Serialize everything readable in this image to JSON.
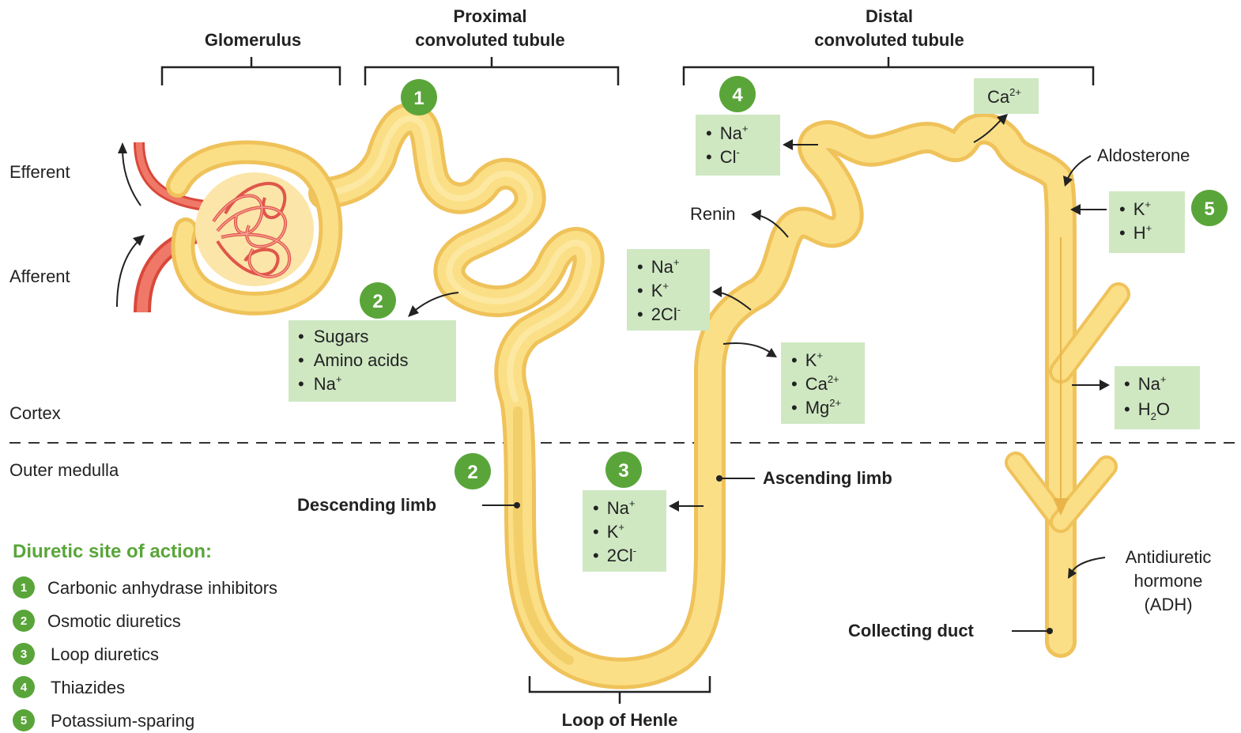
{
  "headers": {
    "glomerulus": "Glomerulus",
    "proximal_1": "Proximal",
    "proximal_2": "convoluted tubule",
    "distal_1": "Distal",
    "distal_2": "convoluted tubule",
    "loop_of_henle": "Loop of Henle"
  },
  "zones": {
    "efferent": "Efferent",
    "afferent": "Afferent",
    "cortex": "Cortex",
    "outer_medulla": "Outer medulla"
  },
  "labels": {
    "renin": "Renin",
    "aldosterone": "Aldosterone",
    "ascending_limb": "Ascending limb",
    "descending_limb": "Descending limb",
    "collecting_duct": "Collecting duct",
    "adh_1": "Antidiuretic",
    "adh_2": "hormone",
    "adh_3": "(ADH)"
  },
  "badges": {
    "b1": "1",
    "b2_top": "2",
    "b2_bottom": "2",
    "b3": "3",
    "b4": "4",
    "b5": "5"
  },
  "boxes": {
    "dct_nacl": {
      "i1": "Na",
      "i1s": "+",
      "i2": "Cl",
      "i2s": "-"
    },
    "ca": {
      "i1": "Ca",
      "i1s": "2+"
    },
    "collect_kh": {
      "i1": "K",
      "i1s": "+",
      "i2": "H",
      "i2s": "+"
    },
    "tal_nak2cl": {
      "i1": "Na",
      "i1s": "+",
      "i2": "K",
      "i2s": "+",
      "i3": "2Cl",
      "i3s": "-"
    },
    "pct": {
      "i1": "Sugars",
      "i2": "Amino acids",
      "i3": "Na",
      "i3s": "+"
    },
    "kcamg": {
      "i1": "K",
      "i1s": "+",
      "i2": "Ca",
      "i2s": "2+",
      "i3": "Mg",
      "i3s": "2+"
    },
    "collect_nah2o": {
      "i1": "Na",
      "i1s": "+",
      "i2": "H",
      "i2sub": "2",
      "i2b": "O"
    },
    "loop_nak2cl": {
      "i1": "Na",
      "i1s": "+",
      "i2": "K",
      "i2s": "+",
      "i3": "2Cl",
      "i3s": "-"
    }
  },
  "bullet": "•",
  "legend": {
    "title": "Diuretic site of action:",
    "items": [
      {
        "num": "1",
        "label": "Carbonic anhydrase inhibitors"
      },
      {
        "num": "2",
        "label": "Osmotic diuretics"
      },
      {
        "num": "3",
        "label": "Loop diuretics"
      },
      {
        "num": "4",
        "label": "Thiazides"
      },
      {
        "num": "5",
        "label": "Potassium-sparing"
      }
    ]
  },
  "colors": {
    "badge_green": "#5aa53a",
    "box_green": "#cfe8c2",
    "tubule_yellow": "#fbdf86",
    "vessel_red": "#ef6d5e"
  }
}
